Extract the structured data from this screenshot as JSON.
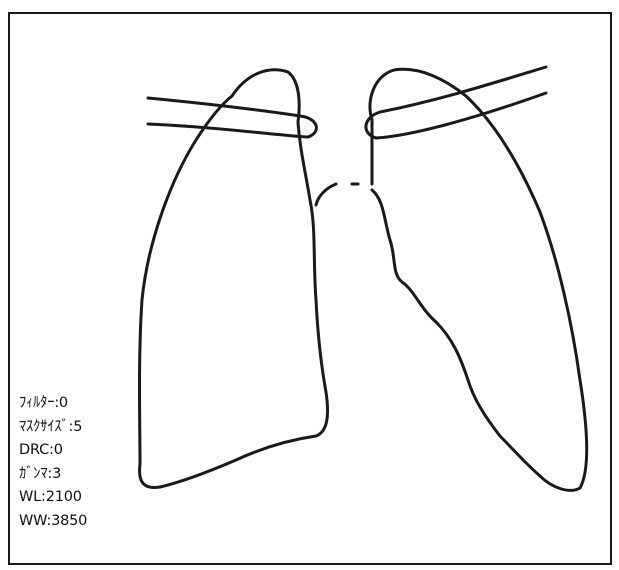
{
  "params": [
    {
      "label": "ﾌｨﾙﾀｰ",
      "value": "0"
    },
    {
      "label": "ﾏｽｸｻｲｽﾞ",
      "value": "5"
    },
    {
      "label": "DRC",
      "value": "0"
    },
    {
      "label": "ｶﾞﾝﾏ",
      "value": "3"
    },
    {
      "label": "WL",
      "value": "2100"
    },
    {
      "label": "WW",
      "value": "3850"
    }
  ],
  "params_text": [
    "ﾌｨﾙﾀｰ:0",
    "ﾏｽｸｻｲｽﾞ:5",
    "DRC:0",
    "ｶﾞﾝﾏ:3",
    "WL:2100",
    "WW:3850"
  ],
  "colors": {
    "line": "#1a1a1a",
    "text": "#111111",
    "background": "#ffffff"
  }
}
